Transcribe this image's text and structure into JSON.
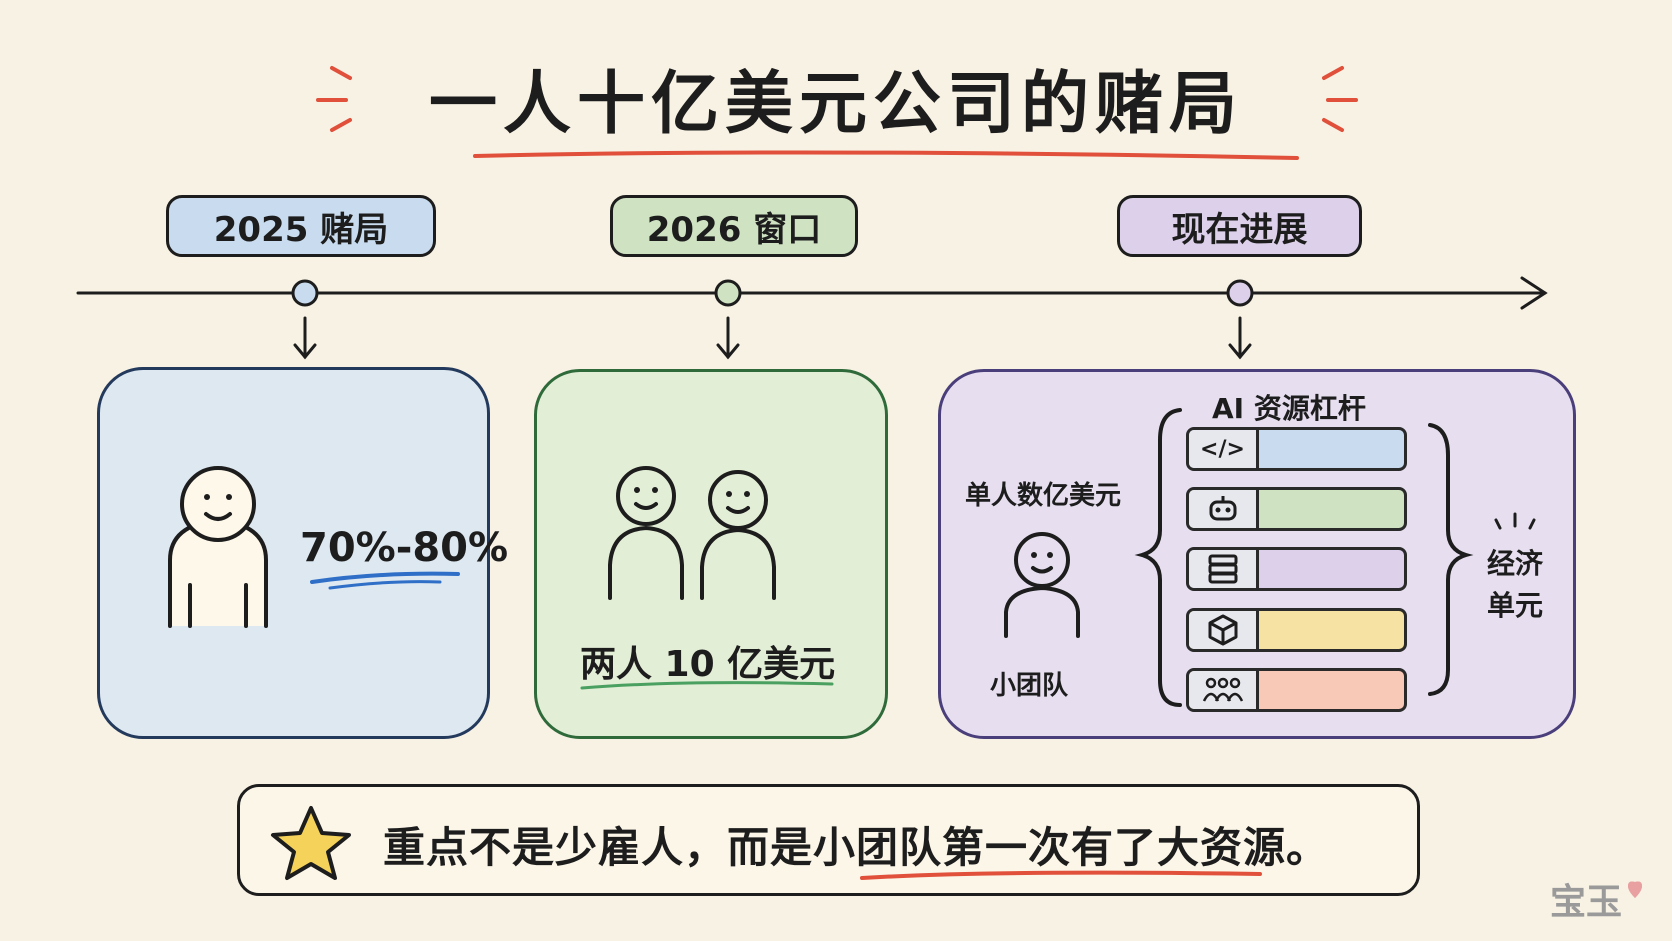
{
  "title": "一人十亿美元公司的赌局",
  "timeline": [
    {
      "label": "2025 赌局",
      "color": "#c9dcef"
    },
    {
      "label": "2026 窗口",
      "color": "#cfe3c3"
    },
    {
      "label": "现在进展",
      "color": "#ddd0ea"
    }
  ],
  "panel_2025": {
    "percentage": "70%-80%"
  },
  "panel_2026": {
    "caption": "两人 10 亿美元"
  },
  "panel_now": {
    "single_value": "单人数亿美元",
    "small_team": "小团队",
    "ai_label": "AI 资源杠杆",
    "economic_unit_line1": "经济",
    "economic_unit_line2": "单元",
    "bars": [
      {
        "icon": "code-icon",
        "glyph": "</>",
        "color": "#c9dcef"
      },
      {
        "icon": "robot-icon",
        "glyph": "",
        "color": "#cfe3c3"
      },
      {
        "icon": "server-icon",
        "glyph": "",
        "color": "#ddd0ea"
      },
      {
        "icon": "cube-icon",
        "glyph": "",
        "color": "#f6e2a2"
      },
      {
        "icon": "team-icon",
        "glyph": "",
        "color": "#f8c9b6"
      }
    ]
  },
  "banner": {
    "text": "重点不是少雇人，而是小团队第一次有了大资源。"
  },
  "watermark": "宝玉"
}
